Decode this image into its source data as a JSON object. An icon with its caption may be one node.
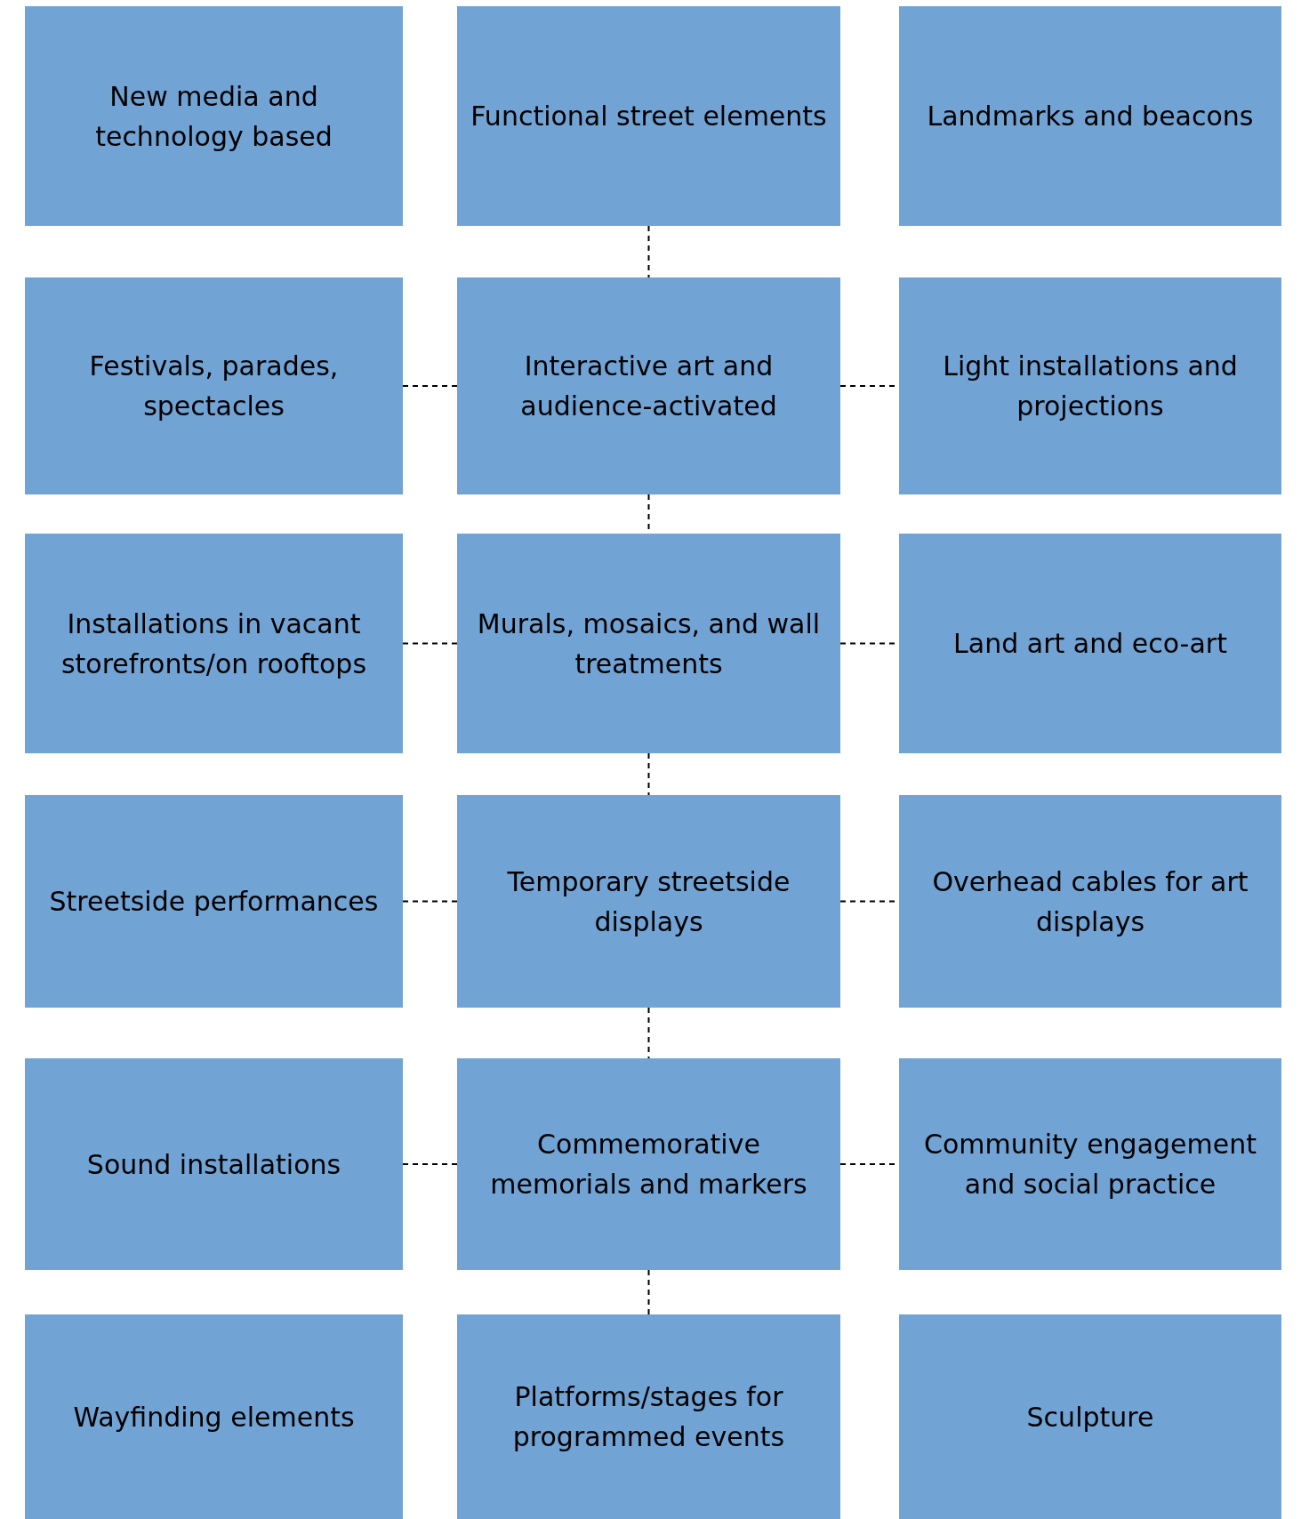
{
  "diagram": {
    "nodes": [
      {
        "text": [
          "New media and technology based"
        ]
      },
      {
        "text": [
          "Functional street elements"
        ]
      },
      {
        "text": [
          "Landmarks and beacons"
        ]
      },
      {
        "text": [
          "Festivals, parades, spectacles"
        ]
      },
      {
        "text": [
          "Interactive art and audience-activated"
        ]
      },
      {
        "text": [
          "Light installations and projections"
        ]
      },
      {
        "text": [
          "Installations in vacant storefronts/on rooftops"
        ]
      },
      {
        "text": [
          "Murals, mosaics, and wall treatments"
        ]
      },
      {
        "text": [
          "Land art and eco-art"
        ]
      },
      {
        "text": [
          "Streetside performances"
        ]
      },
      {
        "text": [
          "Temporary streetside displays"
        ]
      },
      {
        "text": [
          "Overhead cables for art displays"
        ]
      },
      {
        "text": [
          "Sound installations"
        ]
      },
      {
        "text": [
          "Commemorative memorials and markers"
        ]
      },
      {
        "text": [
          "Community engagement and social practice"
        ]
      },
      {
        "text": [
          "Wayfinding elements"
        ]
      },
      {
        "text": [
          "Platforms/stages for programmed events"
        ]
      },
      {
        "text": [
          "Sculpture"
        ]
      }
    ],
    "edges": [
      {
        "from": 1,
        "to": 4,
        "arrow": "none",
        "style": "dashed"
      },
      {
        "from": 3,
        "to": 4,
        "arrow": "none",
        "style": "dashed"
      },
      {
        "from": 4,
        "to": 5,
        "arrow": "none",
        "style": "dashed"
      },
      {
        "from": 4,
        "to": 7,
        "arrow": "none",
        "style": "dashed"
      },
      {
        "from": 6,
        "to": 7,
        "arrow": "none",
        "style": "dashed"
      },
      {
        "from": 7,
        "to": 8,
        "arrow": "none",
        "style": "dashed"
      },
      {
        "from": 7,
        "to": 10,
        "arrow": "none",
        "style": "dashed"
      },
      {
        "from": 9,
        "to": 10,
        "arrow": "none",
        "style": "dashed"
      },
      {
        "from": 10,
        "to": 11,
        "arrow": "none",
        "style": "dashed"
      },
      {
        "from": 10,
        "to": 13,
        "arrow": "none",
        "style": "dashed"
      },
      {
        "from": 12,
        "to": 13,
        "arrow": "none",
        "style": "dashed"
      },
      {
        "from": 13,
        "to": 14,
        "arrow": "none",
        "style": "dashed"
      },
      {
        "from": 13,
        "to": 16,
        "arrow": "none",
        "style": "dashed"
      }
    ]
  }
}
